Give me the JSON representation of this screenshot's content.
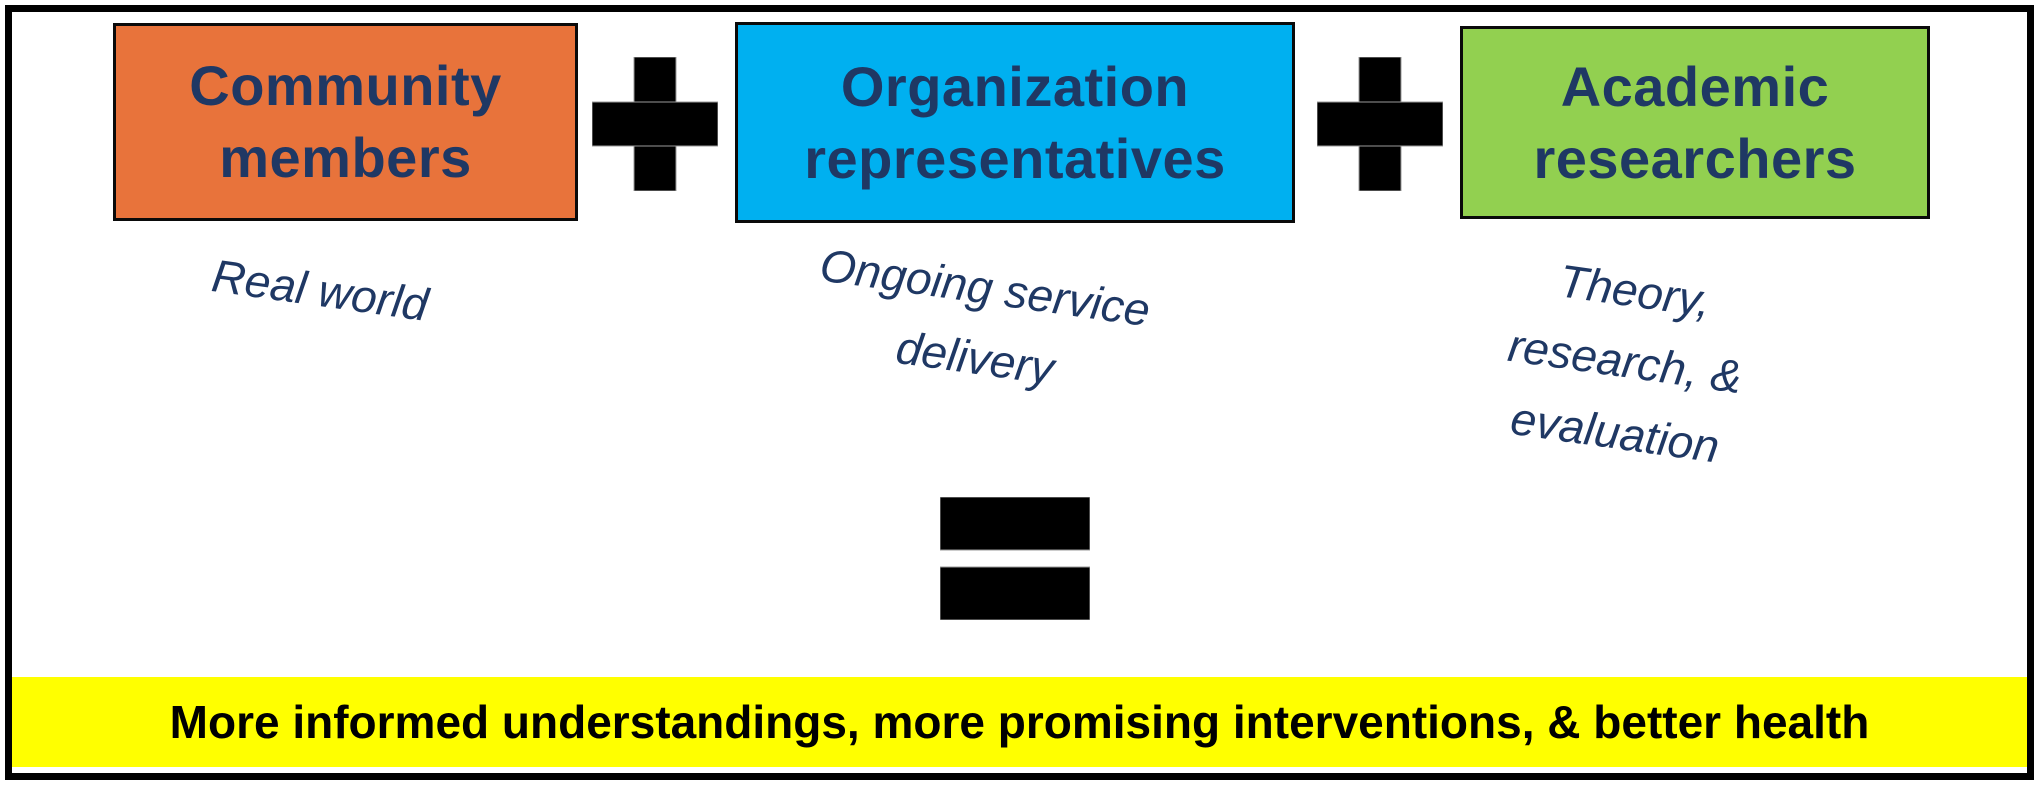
{
  "diagram": {
    "boxes": [
      {
        "label": "Community members",
        "caption": "Real world",
        "color": "#E8733B"
      },
      {
        "label": "Organization representatives",
        "caption": "Ongoing service delivery",
        "color": "#00B0F0"
      },
      {
        "label": "Academic researchers",
        "caption": "Theory, research, & evaluation",
        "color": "#92D050"
      }
    ],
    "operators": {
      "plus": "+",
      "equals": "="
    },
    "result_banner": {
      "text": "More informed understandings, more promising interventions, & better health",
      "background": "#FFFF00",
      "text_color": "#000000"
    },
    "colors": {
      "label_text": "#1F3864",
      "operator": "#000000",
      "frame_border": "#000000"
    }
  }
}
